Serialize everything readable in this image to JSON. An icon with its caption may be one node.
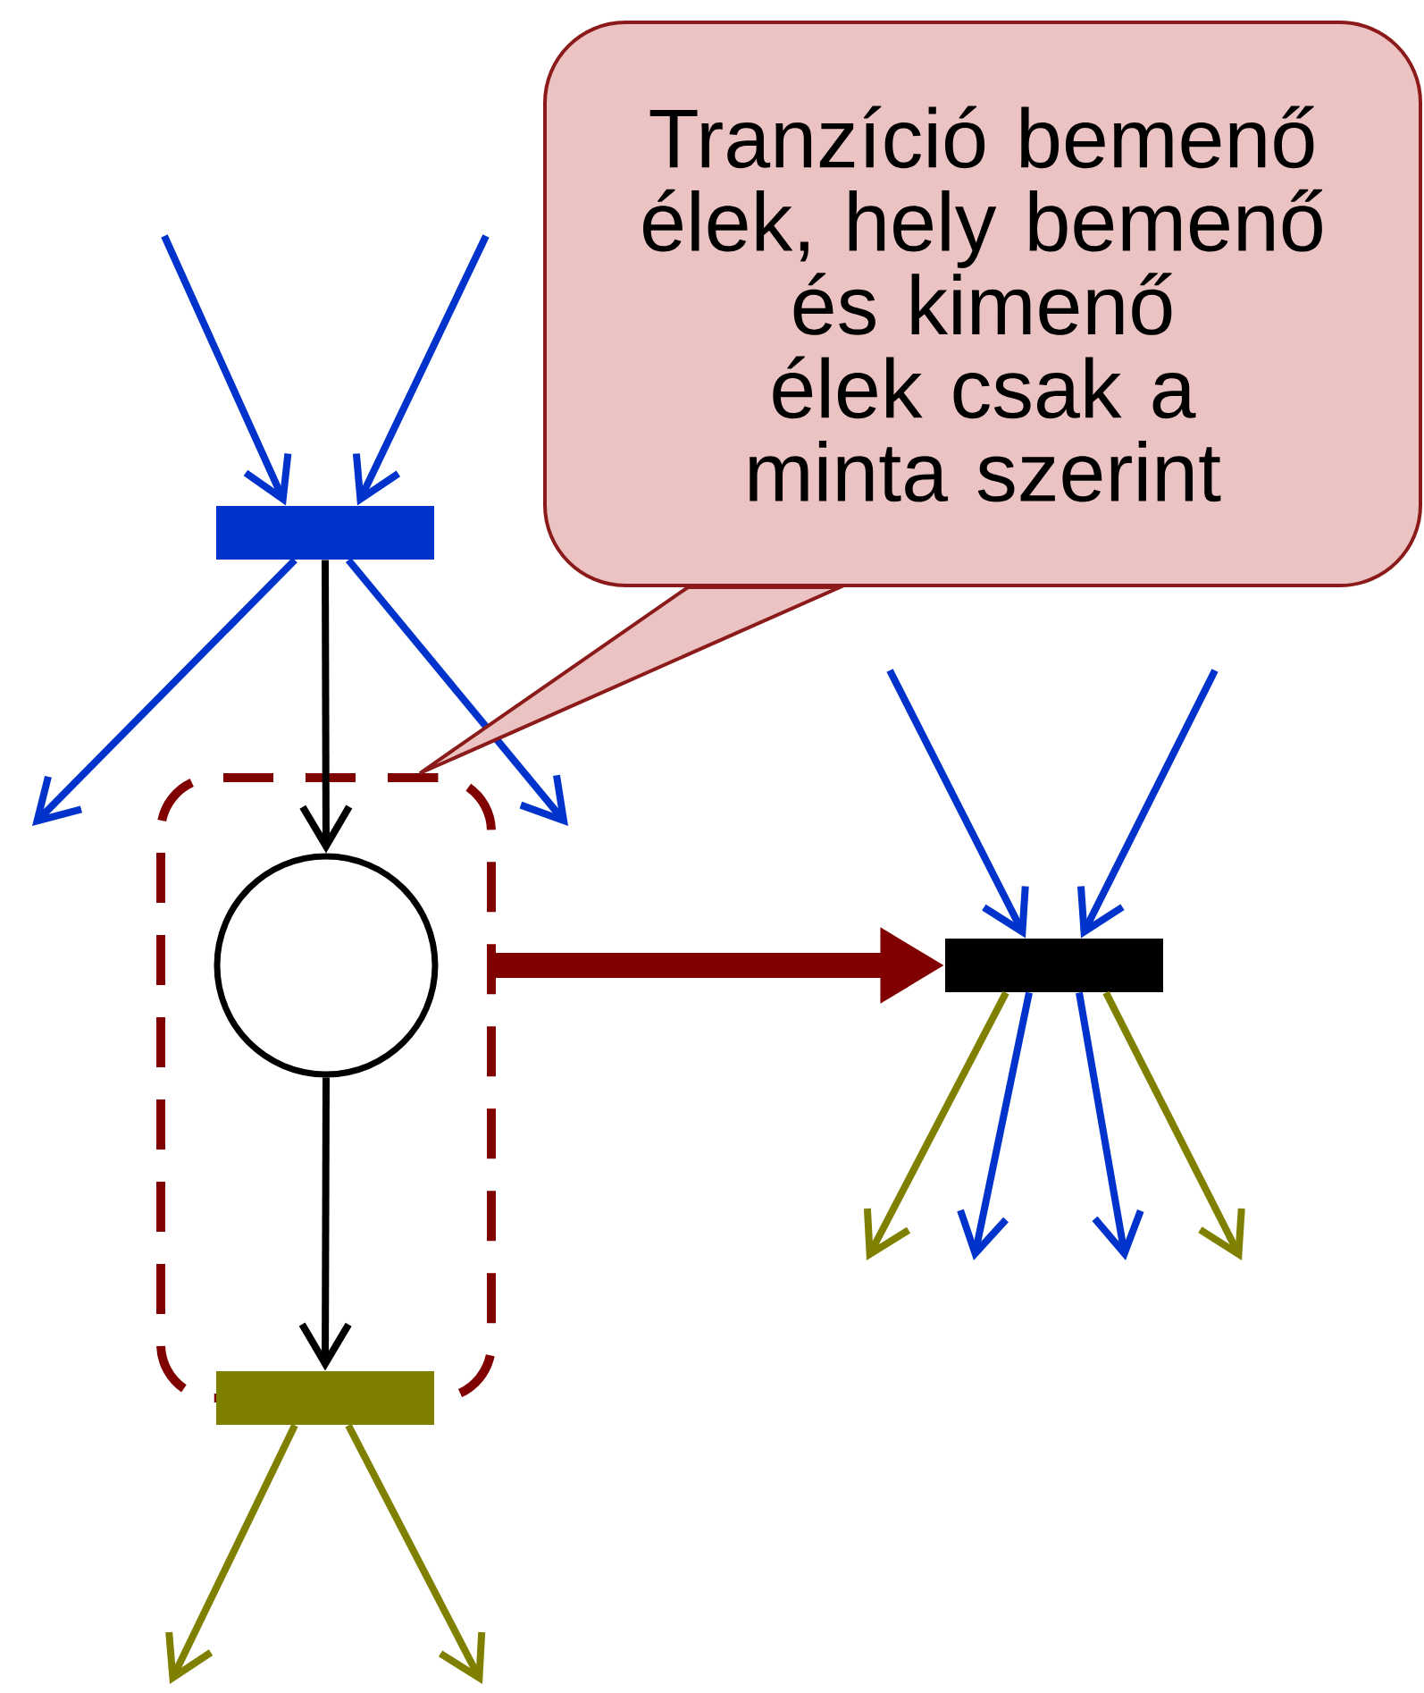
{
  "diagram": {
    "nodes": [
      {
        "text": [
          "Tranzíció bemenő élek, hely bemenő és kimenő élek csak a minta szerint"
        ]
      },
      {
        "text": [],
        "shape": "box"
      },
      {
        "text": [],
        "shape": "bar"
      },
      {
        "text": [],
        "shape": "circle",
        "in": 1
      },
      {
        "text": [],
        "shape": "bar"
      },
      {
        "text": [],
        "shape": "bar"
      }
    ],
    "edges": [
      {
        "from": null,
        "to": 2,
        "arrow": "to"
      },
      {
        "from": null,
        "to": 2,
        "arrow": "to"
      },
      {
        "from": 2,
        "to": null,
        "arrow": "to"
      },
      {
        "from": 2,
        "to": null,
        "arrow": "to"
      },
      {
        "from": 2,
        "to": 3,
        "arrow": "to",
        "color": "#000000"
      },
      {
        "from": 3,
        "to": 4,
        "arrow": "to",
        "color": "#000000"
      },
      {
        "from": 4,
        "to": null,
        "arrow": "to",
        "color": "#808000"
      },
      {
        "from": 4,
        "to": null,
        "arrow": "to",
        "color": "#808000"
      },
      {
        "from": 1,
        "to": 5,
        "arrow": "to",
        "style": "thick",
        "color": "#800000"
      },
      {
        "from": null,
        "to": 5,
        "arrow": "to"
      },
      {
        "from": null,
        "to": 5,
        "arrow": "to"
      },
      {
        "from": 5,
        "to": null,
        "arrow": "to",
        "color": "#808000"
      },
      {
        "from": 5,
        "to": null,
        "arrow": "to"
      },
      {
        "from": 5,
        "to": null,
        "arrow": "to"
      },
      {
        "from": 5,
        "to": null,
        "arrow": "to",
        "color": "#808000"
      },
      {
        "from": 0,
        "to": 1,
        "arrow": "none"
      }
    ]
  }
}
